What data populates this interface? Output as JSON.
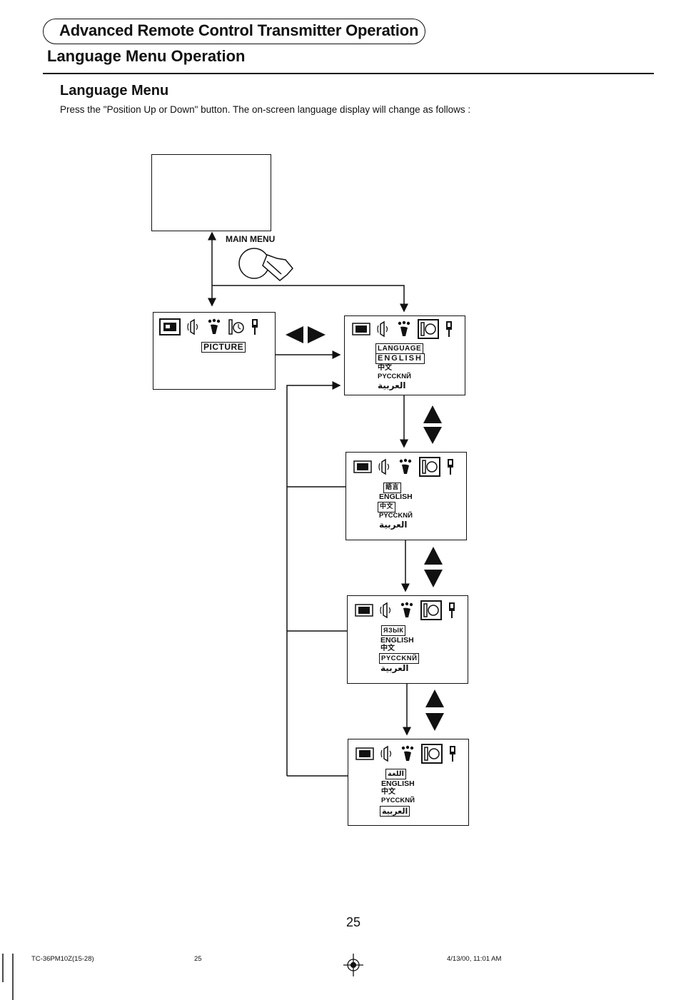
{
  "header": {
    "section_title": "Advanced Remote Control Transmitter Operation",
    "page_title": "Language Menu Operation"
  },
  "section": {
    "heading": "Language Menu",
    "instruction": "Press the \"Position Up or Down\" button. The on-screen language display will change as follows :"
  },
  "diagram": {
    "main_menu_label": "MAIN MENU",
    "picture_label": "PICTURE",
    "screens": [
      {
        "title": "LANGUAGE",
        "options": [
          "ENGLISH",
          "中文",
          "PYCCKNЙ",
          "العربية"
        ],
        "selected": 0
      },
      {
        "title": "語言",
        "options": [
          "ENGLISH",
          "中文",
          "PYCCKNЙ",
          "العربية"
        ],
        "selected": 1
      },
      {
        "title": "ЯЗЫК",
        "options": [
          "ENGLISH",
          "中文",
          "PYCCKNЙ",
          "العربية"
        ],
        "selected": 2
      },
      {
        "title": "اللغة",
        "options": [
          "ENGLISH",
          "中文",
          "PYCCKNЙ",
          "العربية"
        ],
        "selected": 3
      }
    ]
  },
  "footer": {
    "page_number": "25",
    "doc_code": "TC-36PM10Z(15-28)",
    "sheet_number": "25",
    "timestamp": "4/13/00, 11:01 AM"
  },
  "colors": {
    "ink": "#111111",
    "paper": "#ffffff"
  }
}
